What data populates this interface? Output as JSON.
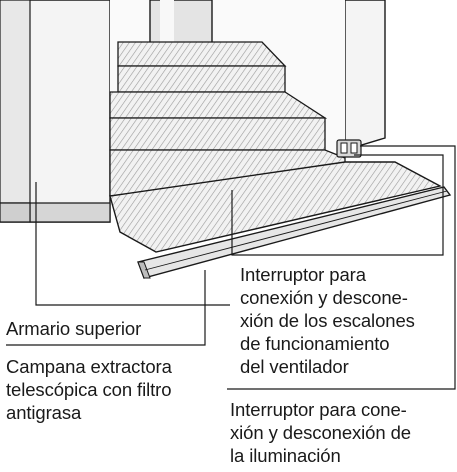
{
  "callouts": {
    "armario": [
      "Armario superior"
    ],
    "campana": [
      "Campana extractora",
      "telescópica con filtro",
      "antigrasa"
    ],
    "escalones": [
      "Interruptor para",
      "conexión y descone-",
      "xión de los escalones",
      "de funcionamiento",
      "del ventilador"
    ],
    "iluminacion": [
      "Interruptor para cone-",
      "xión y desconexión de",
      "la iluminación"
    ]
  },
  "colors": {
    "line": "#1a1a1a",
    "shade": "#c8c8c8",
    "light": "#ececec"
  }
}
